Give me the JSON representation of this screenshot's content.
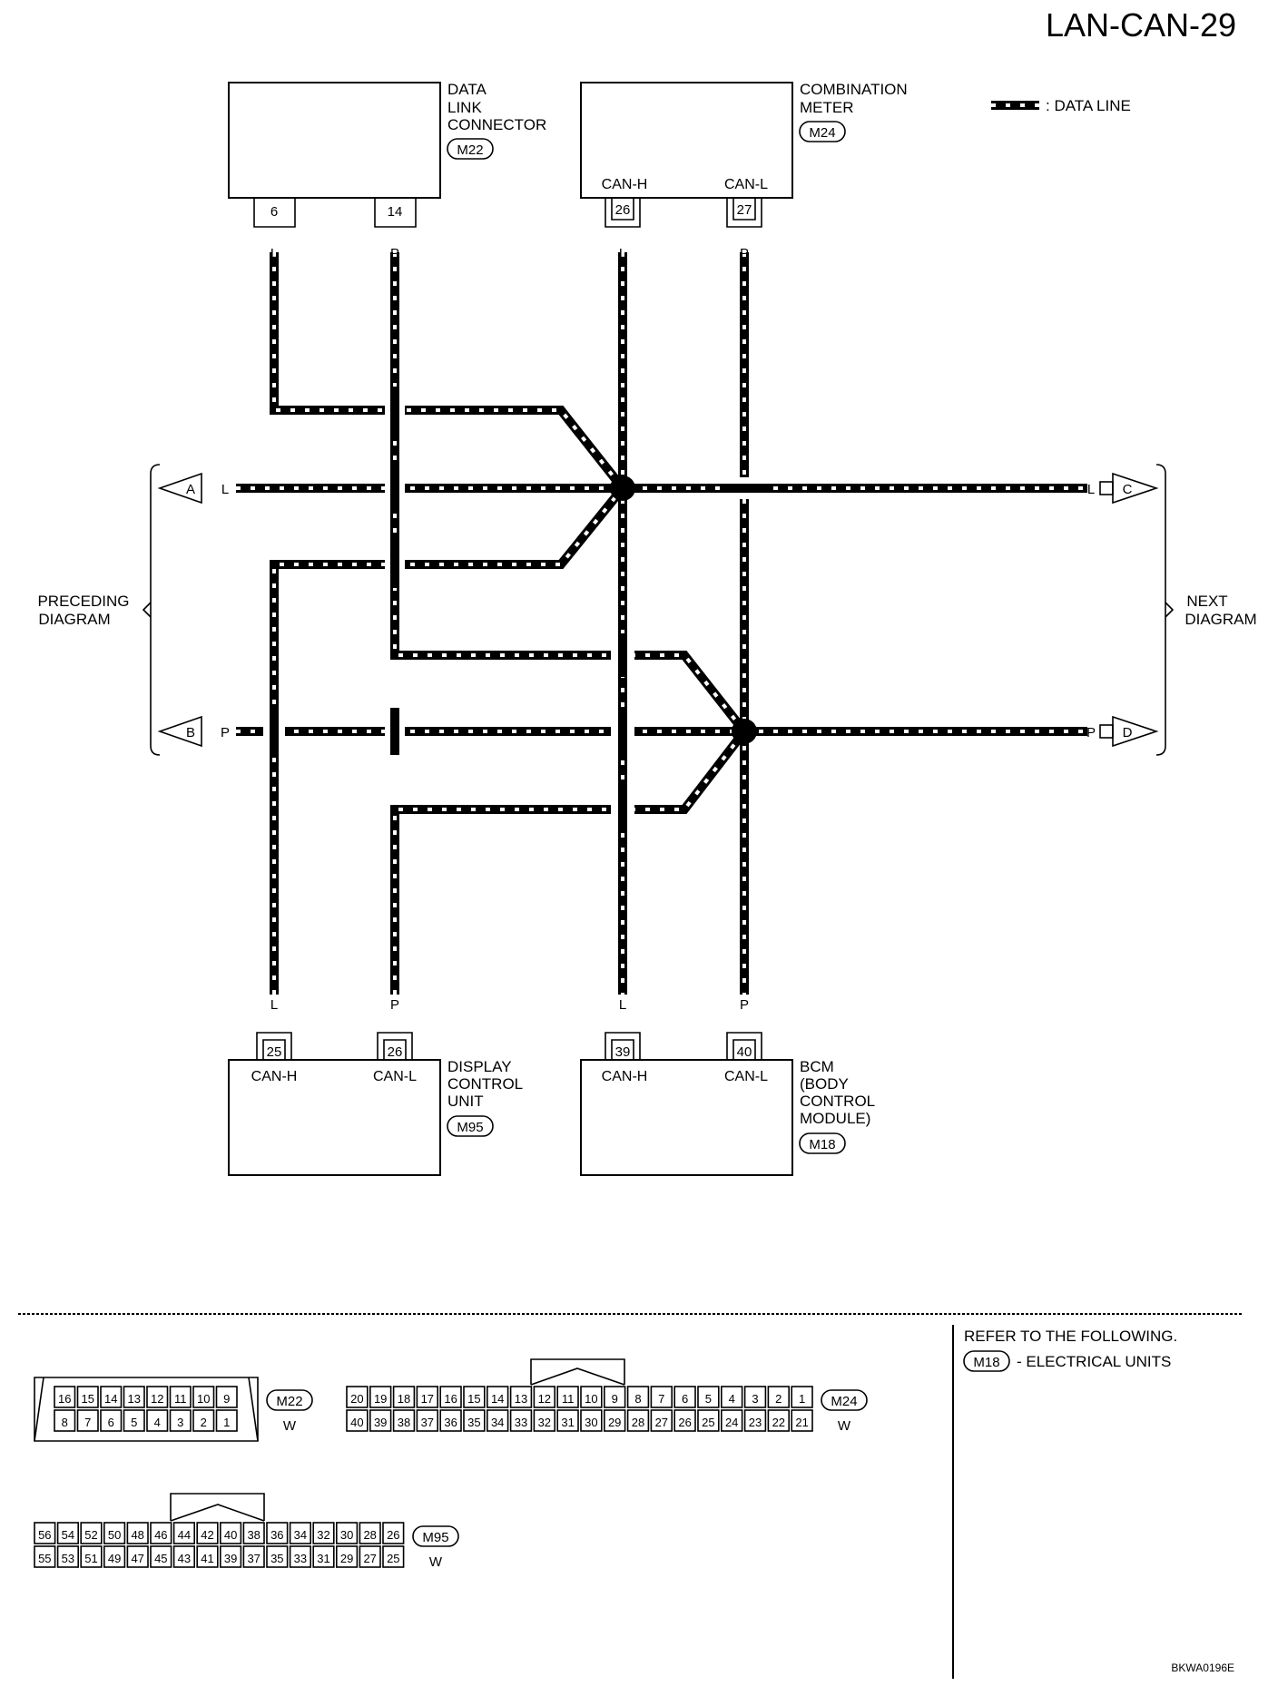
{
  "page_id": "LAN-CAN-29",
  "legend": {
    "label": ": DATA LINE"
  },
  "components": {
    "dlc": {
      "name_lines": [
        "DATA",
        "LINK",
        "CONNECTOR"
      ],
      "connector": "M22",
      "pins": [
        {
          "num": "6",
          "wire": "L"
        },
        {
          "num": "14",
          "wire": "P"
        }
      ]
    },
    "meter": {
      "name_lines": [
        "COMBINATION",
        "METER"
      ],
      "connector": "M24",
      "pins": [
        {
          "num": "26",
          "label": "CAN-H",
          "wire": "L"
        },
        {
          "num": "27",
          "label": "CAN-L",
          "wire": "P"
        }
      ]
    },
    "display": {
      "name_lines": [
        "DISPLAY",
        "CONTROL",
        "UNIT"
      ],
      "connector": "M95",
      "pins": [
        {
          "num": "25",
          "label": "CAN-H",
          "wire": "L"
        },
        {
          "num": "26",
          "label": "CAN-L",
          "wire": "P"
        }
      ]
    },
    "bcm": {
      "name_lines": [
        "BCM",
        "(BODY",
        "CONTROL",
        "MODULE)"
      ],
      "connector": "M18",
      "pins": [
        {
          "num": "39",
          "label": "CAN-H",
          "wire": "L"
        },
        {
          "num": "40",
          "label": "CAN-L",
          "wire": "P"
        }
      ]
    }
  },
  "links": {
    "left": {
      "lines": [
        "PRECEDING",
        "DIAGRAM"
      ],
      "arrows": [
        {
          "letter": "A",
          "wire": "L"
        },
        {
          "letter": "B",
          "wire": "P"
        }
      ]
    },
    "right": {
      "lines": [
        "NEXT",
        "DIAGRAM"
      ],
      "arrows": [
        {
          "letter": "C",
          "wire": "L"
        },
        {
          "letter": "D",
          "wire": "P"
        }
      ]
    }
  },
  "connector_faces": {
    "m22": {
      "id": "M22",
      "color": "W",
      "top": [
        "16",
        "15",
        "14",
        "13",
        "12",
        "11",
        "10",
        "9"
      ],
      "bottom": [
        "8",
        "7",
        "6",
        "5",
        "4",
        "3",
        "2",
        "1"
      ]
    },
    "m24": {
      "id": "M24",
      "color": "W",
      "top": [
        "20",
        "19",
        "18",
        "17",
        "16",
        "15",
        "14",
        "13",
        "12",
        "11",
        "10",
        "9",
        "8",
        "7",
        "6",
        "5",
        "4",
        "3",
        "2",
        "1"
      ],
      "bottom": [
        "40",
        "39",
        "38",
        "37",
        "36",
        "35",
        "34",
        "33",
        "32",
        "31",
        "30",
        "29",
        "28",
        "27",
        "26",
        "25",
        "24",
        "23",
        "22",
        "21"
      ]
    },
    "m95": {
      "id": "M95",
      "color": "W",
      "top": [
        "56",
        "54",
        "52",
        "50",
        "48",
        "46",
        "44",
        "42",
        "40",
        "38",
        "36",
        "34",
        "32",
        "30",
        "28",
        "26"
      ],
      "bottom": [
        "55",
        "53",
        "51",
        "49",
        "47",
        "45",
        "43",
        "41",
        "39",
        "37",
        "35",
        "33",
        "31",
        "29",
        "27",
        "25"
      ]
    }
  },
  "refer": {
    "heading": "REFER TO THE FOLLOWING.",
    "connector": "M18",
    "text": "- ELECTRICAL UNITS"
  },
  "footer_code": "BKWA0196E"
}
